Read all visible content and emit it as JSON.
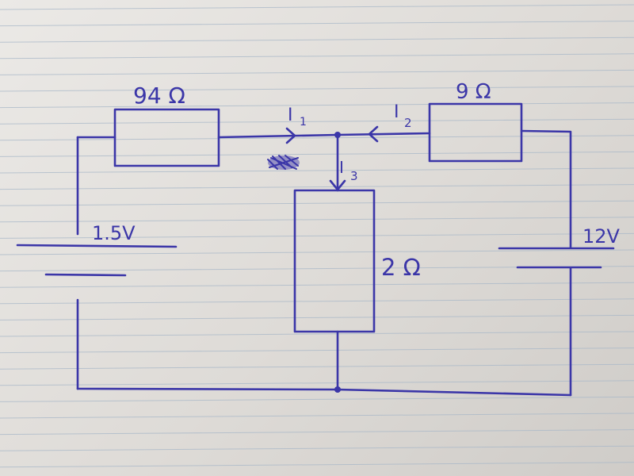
{
  "palette": {
    "ink": "#3b36a8",
    "paper": "#e8e6e3",
    "rule_line": "#a9b8c8"
  },
  "components": {
    "resistor_top_left": {
      "label": "94 Ω"
    },
    "resistor_top_right": {
      "label": "9 Ω"
    },
    "resistor_middle": {
      "label": "2 Ω"
    },
    "battery_left": {
      "label": "1.5V"
    },
    "battery_right": {
      "label": "12V"
    }
  },
  "currents": {
    "i1": {
      "letter": "I",
      "sub": "1"
    },
    "i2": {
      "letter": "I",
      "sub": "2"
    },
    "i3": {
      "letter": "I",
      "sub": "3"
    }
  },
  "scribble": {
    "icon": "scribble-mark"
  }
}
